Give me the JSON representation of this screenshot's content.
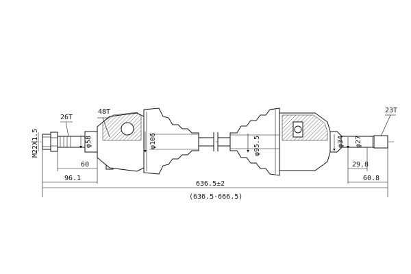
{
  "labels": {
    "thread": "M22X1.5",
    "outer_spline": "26T",
    "abs_ring": "48T",
    "outer_shaft_dia": "φ58",
    "outer_cv_dia": "φ106",
    "shaft_mid_dia": "φ95.5",
    "inner_cv_dia": "φ34",
    "inner_shaft_dia": "φ27",
    "inner_spline": "23T",
    "outer_len_60": "60",
    "outer_len_96": "96.1",
    "total_length": "636.5±2",
    "length_range": "(636.5-666.5)",
    "inner_len_29": "29.8",
    "inner_len_60": "60.8"
  }
}
